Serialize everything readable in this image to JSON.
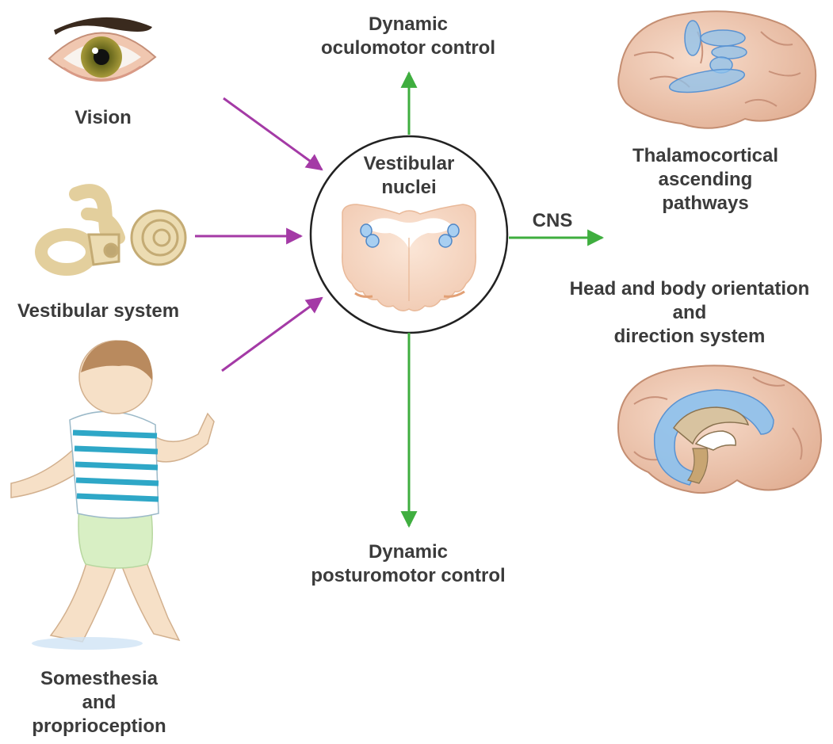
{
  "labels": {
    "vision": "Vision",
    "vestibular_system": "Vestibular system",
    "somesthesia": [
      "Somesthesia",
      "and",
      "proprioception"
    ],
    "vestibular_nuclei": [
      "Vestibular",
      "nuclei"
    ],
    "oculomotor": [
      "Dynamic",
      "oculomotor control"
    ],
    "posturomotor": [
      "Dynamic",
      "posturomotor control"
    ],
    "cns": "CNS",
    "thalamocortical": [
      "Thalamocortical",
      "ascending",
      "pathways"
    ],
    "head_body": [
      "Head and body orientation",
      "and",
      "direction system"
    ]
  },
  "colors": {
    "input_arrow": "#a43aa6",
    "output_arrow": "#3fae3f",
    "text": "#3b3b3b",
    "brain": "#f1cdb5",
    "highlight_blue": "#8cc1ee"
  }
}
